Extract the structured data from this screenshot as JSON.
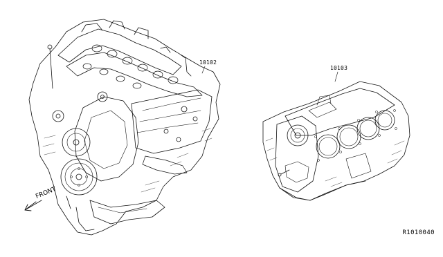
{
  "diagram": {
    "parts": [
      {
        "id": "engine-assembly",
        "label": "10102"
      },
      {
        "id": "short-block",
        "label": "10103"
      }
    ],
    "direction_label": "FRONT",
    "reference_code": "R1010040"
  }
}
